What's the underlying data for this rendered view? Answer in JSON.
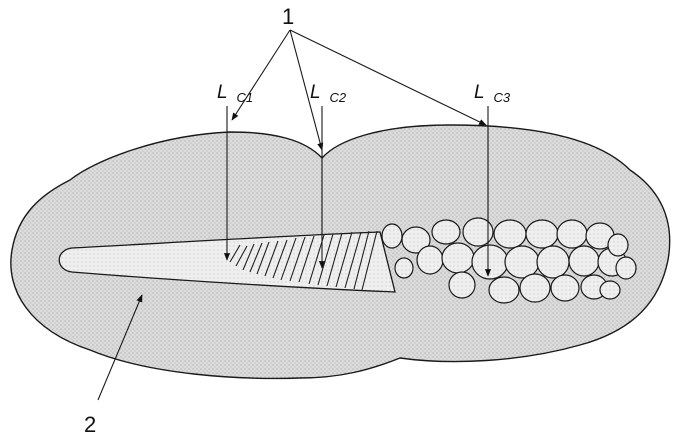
{
  "labels": {
    "callout_1": "1",
    "callout_2": "2",
    "lc1": {
      "main": "L",
      "sub": "C1"
    },
    "lc2": {
      "main": "L",
      "sub": "C2"
    },
    "lc3": {
      "main": "L",
      "sub": "C3"
    }
  },
  "colors": {
    "outer_fill": "#d9d9d9",
    "inner_fill": "#ececec",
    "stroke": "#1a1a1a"
  }
}
